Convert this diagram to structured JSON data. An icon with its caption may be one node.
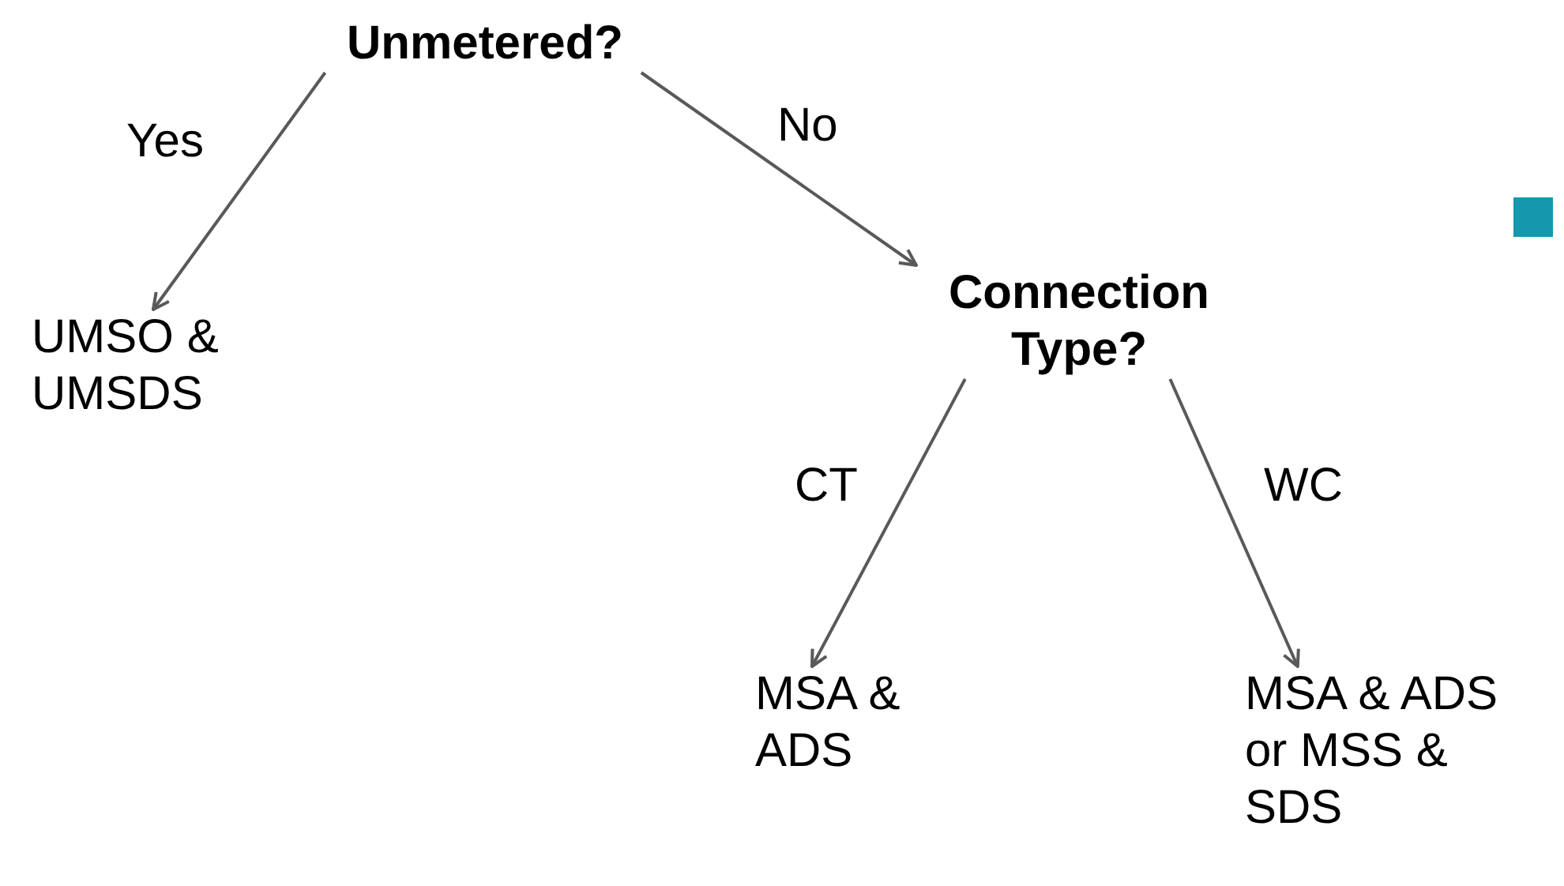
{
  "diagram": {
    "nodes": [
      {
        "text": [
          "Unmetered?"
        ]
      },
      {
        "text": [
          "UMSO & UMSDS"
        ]
      },
      {
        "text": [
          "Connection Type?"
        ]
      },
      {
        "text": [
          "MSA & ADS"
        ]
      },
      {
        "text": [
          "MSA & ADS or MSS & SDS"
        ]
      }
    ],
    "edges": [
      {
        "from": 0,
        "to": 1,
        "arrow": "to",
        "label": "Yes"
      },
      {
        "from": 0,
        "to": 2,
        "arrow": "to",
        "label": "No"
      },
      {
        "from": 2,
        "to": 3,
        "arrow": "to",
        "label": "CT"
      },
      {
        "from": 2,
        "to": 4,
        "arrow": "to",
        "label": "WC"
      }
    ]
  }
}
